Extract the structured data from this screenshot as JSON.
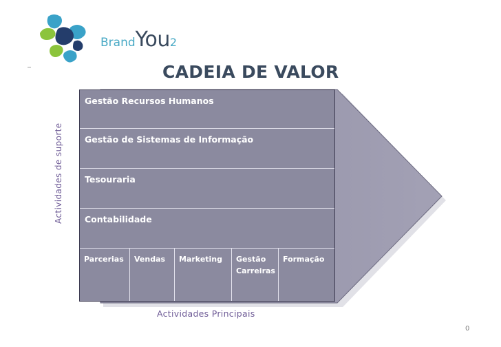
{
  "brand": {
    "part1": "Brand",
    "part2": "You",
    "part3": "2"
  },
  "title": "CADEIA DE VALOR",
  "support_activities": {
    "label": "Actividades de suporte",
    "rows": [
      "Gestão Recursos Humanos",
      "Gestão de Sistemas de Informação",
      "Tesouraria",
      "Contabilidade"
    ]
  },
  "primary_activities": {
    "label": "Actividades Principais",
    "cells": [
      "Parcerias",
      "Vendas",
      "Marketing",
      "Gestão Carreiras",
      "Formação"
    ]
  },
  "page_number": "0",
  "colors": {
    "box_fill": "#8b8a9f",
    "arrow_fill": "#9795aa",
    "title": "#3a4a5e",
    "brand_accent": "#48a9c5",
    "axis_label": "#6e5b96",
    "logo_blue": "#3aa2c8",
    "logo_green": "#8cc43c",
    "logo_navy": "#243d6b"
  }
}
